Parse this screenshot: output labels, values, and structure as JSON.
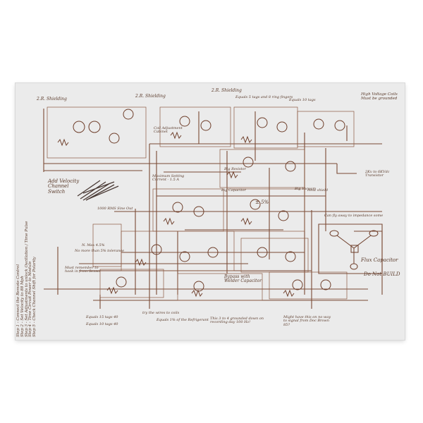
{
  "annotations": {
    "shielding_1": "2.R. Shielding",
    "shielding_2": "2.R. Shielding",
    "shielding_3": "2.R. Shielding",
    "grounds_tubes": "Equals 5 tags and 8 ring fingers",
    "grounds_big": "Equals 10 tags",
    "coil": "Coil Adjustment Cabinet",
    "high_voltage": "High Voltage Coils Must be grounded",
    "big_resistor": "Big Resistor",
    "big_vacuum": "Big Vacuum",
    "two_kv_note": "2Kv to 6KVdc Transistor",
    "add_velocity": "Add Velocity Channel Switch",
    "velocity_output": "1000 RMS Sine Out",
    "maximum_setting": "Maximum Setting Current - 1.5 A",
    "max_plus_minus": "± 5%",
    "hv_capacitor": "Big Capacitor",
    "heat_ground": "Heat shield",
    "n_max": "N. Max 4.5%",
    "must_remember": "Must remember to hook in from Sensor",
    "no_more_than": "No more than 5% tolerance",
    "flux_capacitor": "Flux Capacitor",
    "do_not_build": "Do Not BUILD",
    "on_fly_away": "Can fly away to impedance some",
    "equals_1": "Equals 15 tags 40",
    "equals_2": "Equals 10 tags 40",
    "try_the_wires": "try the wires to coils",
    "equals_3": "Equals 1% of the Refrigerant",
    "this_3_to": "This 3 to 4 grounded down on recording day 100 Hz!",
    "might_have": "Might have this on no way to signal from Doc Brown 85?",
    "bypass": "Bypass with Welder Capacitor",
    "step_1": "Step 1 - Connect the Remote Control",
    "step_2": "Step 2 - Set Velocity to 88 Mph",
    "step_3": "Step 3 - Set Adjustments to unlock Oscillation / Time Pulse",
    "step_4": "Step 4 - Time Circuit Power to Module",
    "step_5": "Step 5 - Check Channel Shift for Polarity"
  }
}
